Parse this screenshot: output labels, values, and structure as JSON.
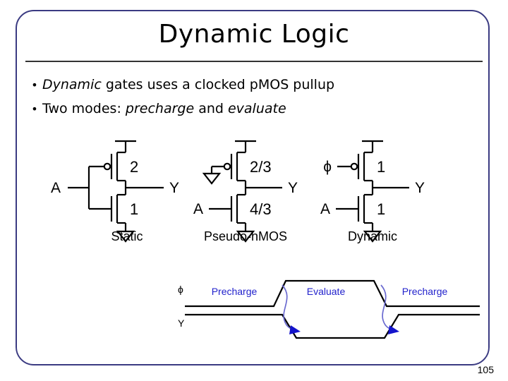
{
  "slide": {
    "title": "Dynamic Logic",
    "page_number": "105",
    "border_color": "#3b3b82",
    "accent_blue": "#2222cc"
  },
  "bullets": [
    {
      "marker": "•",
      "parts": [
        {
          "text": "Dynamic",
          "italic": true
        },
        {
          "text": " gates uses a clocked pMOS pullup",
          "italic": false
        }
      ]
    },
    {
      "marker": "•",
      "parts": [
        {
          "text": "Two modes: ",
          "italic": false
        },
        {
          "text": "precharge",
          "italic": true
        },
        {
          "text": " and ",
          "italic": false
        },
        {
          "text": "evaluate",
          "italic": true
        }
      ]
    }
  ],
  "circuits": [
    {
      "caption": "Static",
      "input_label": "A",
      "output_label": "Y",
      "pmos_size": "2",
      "nmos_size": "1",
      "pmos_gate_source": "A",
      "has_pmos_gate_ground": false,
      "has_clock_input": false
    },
    {
      "caption": "Pseudo-nMOS",
      "input_label": "A",
      "output_label": "Y",
      "pmos_size": "2/3",
      "nmos_size": "4/3",
      "pmos_gate_source": "GND",
      "has_pmos_gate_ground": true,
      "has_clock_input": false
    },
    {
      "caption": "Dynamic",
      "input_label": "A",
      "output_label": "Y",
      "pmos_size": "1",
      "nmos_size": "1",
      "pmos_gate_source": "ϕ",
      "clock_label": "ϕ",
      "has_pmos_gate_ground": false,
      "has_clock_input": true
    }
  ],
  "waveform": {
    "signals": [
      {
        "name": "ϕ"
      },
      {
        "name": "Y"
      }
    ],
    "phases": [
      {
        "label": "Precharge"
      },
      {
        "label": "Evaluate"
      },
      {
        "label": "Precharge"
      }
    ],
    "arrow_color": "#2222cc"
  }
}
